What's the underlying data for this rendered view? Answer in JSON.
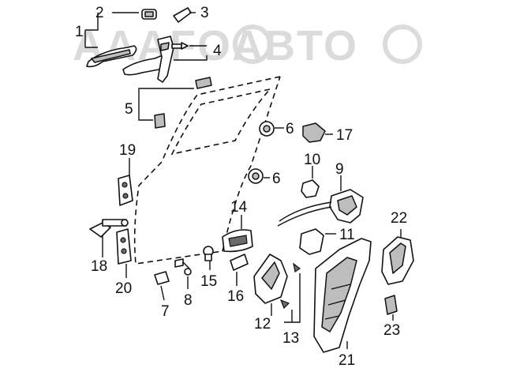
{
  "watermark": "AAAFOABTO",
  "callouts": [
    "1",
    "2",
    "3",
    "4",
    "5",
    "6",
    "6",
    "7",
    "8",
    "9",
    "10",
    "11",
    "12",
    "13",
    "14",
    "15",
    "16",
    "17",
    "18",
    "19",
    "20",
    "21",
    "22",
    "23"
  ]
}
